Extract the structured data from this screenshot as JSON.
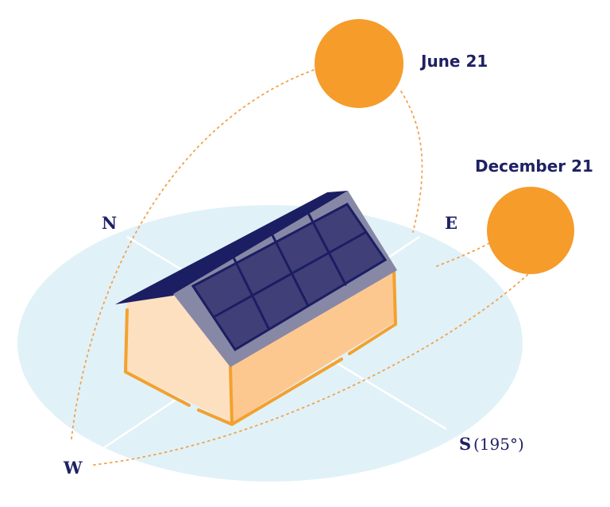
{
  "suns": {
    "june": {
      "label": "June 21"
    },
    "december": {
      "label": "December 21"
    }
  },
  "compass": {
    "north": "N",
    "east": "E",
    "west": "W",
    "south": "S",
    "south_degrees": "(195°)"
  },
  "colors": {
    "sun": "#f59c2b",
    "sun_path": "#f0a34a",
    "ground": "#e1f1f8",
    "ground_lines": "#ffffff",
    "roof_dark": "#1c1e63",
    "roof_panel_frame": "#8788a5",
    "solar_cell": "#413f78",
    "wall_front": "#fde0c0",
    "wall_side": "#fdc88f",
    "wall_edge": "#f3a12e",
    "text": "#1f2163"
  }
}
